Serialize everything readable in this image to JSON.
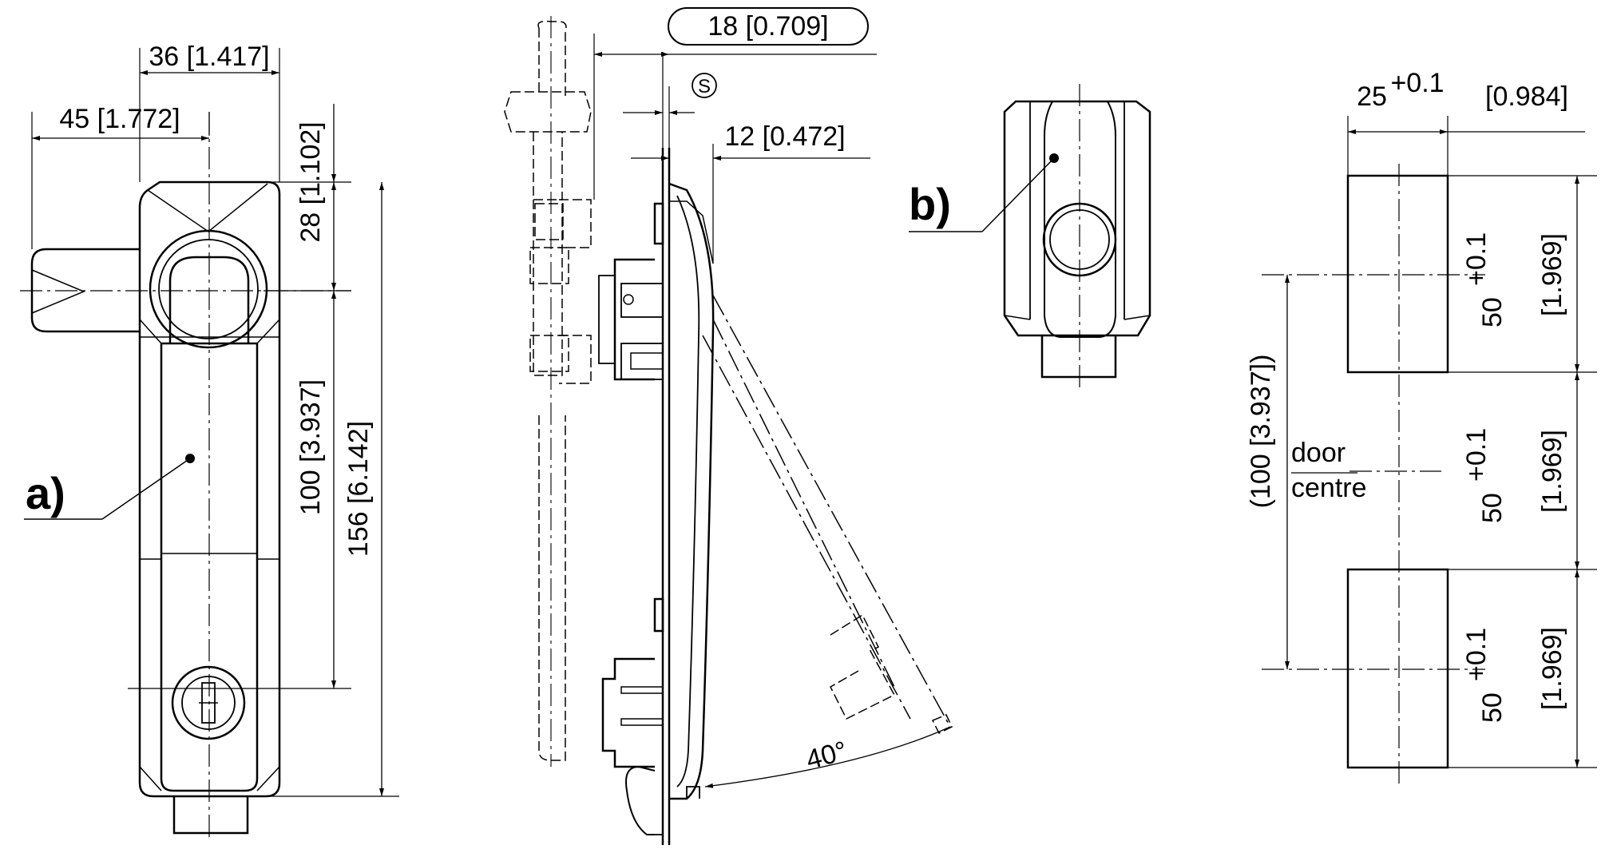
{
  "front_view": {
    "dim_width": "36 [1.417]",
    "dim_offset": "45 [1.772]",
    "dim_top": "28 [1.102]",
    "dim_mid": "100 [3.937]",
    "dim_total": "156 [6.142]",
    "label": "a)"
  },
  "side_view": {
    "dim_depth": "18 [0.709]",
    "dim_s_symbol": "S",
    "dim_inner": "12 [0.472]",
    "angle": "40°"
  },
  "detail_view": {
    "label": "b)"
  },
  "cutout_view": {
    "dim_width_nominal": "25",
    "dim_width_tol": "+0.1",
    "dim_width_inch": "[0.984]",
    "dim_seg_nominal": "50",
    "dim_seg_tol": "+0.1",
    "dim_seg_inch": "[1.969]",
    "dim_pitch": "(100 [3.937])",
    "door_line1": "door",
    "door_line2": "centre"
  },
  "colors": {
    "line": "#000000",
    "background": "#ffffff"
  }
}
